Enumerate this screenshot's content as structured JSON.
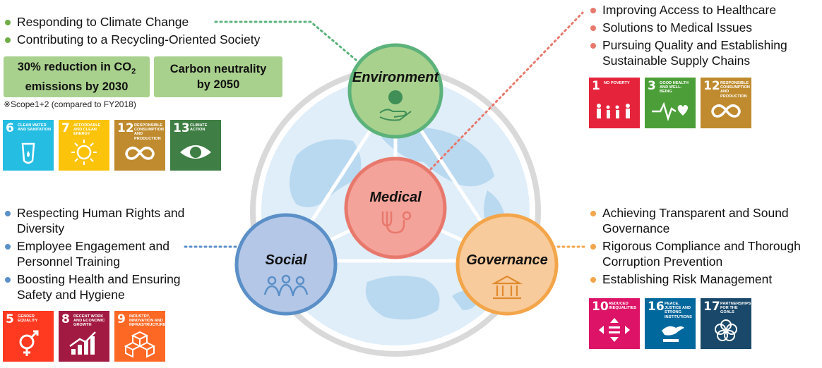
{
  "environment": {
    "title": "Environment",
    "bullets": [
      "Responding to Climate Change",
      "Contributing to a Recycling-Oriented Society"
    ],
    "targets": [
      {
        "line1": "30% reduction in CO",
        "sub": "2",
        "line2": "emissions by 2030"
      },
      {
        "line1": "Carbon neutrality",
        "line2": "by 2050"
      }
    ],
    "note": "※Scope1+2 (compared to FY2018)",
    "sdgs": [
      {
        "num": "6",
        "title": "Clean water and sanitation",
        "color": "#26bde2",
        "icon": "water-drop-icon"
      },
      {
        "num": "7",
        "title": "Affordable and clean energy",
        "color": "#fcc30b",
        "icon": "sun-power-icon"
      },
      {
        "num": "12",
        "title": "Responsible consumption and production",
        "color": "#bf8b2e",
        "icon": "infinity-loop-icon"
      },
      {
        "num": "13",
        "title": "Climate action",
        "color": "#3f7e44",
        "icon": "eye-globe-icon"
      }
    ]
  },
  "medical": {
    "title": "Medical",
    "bullets": [
      "Improving Access to Healthcare",
      "Solutions to Medical Issues",
      "Pursuing Quality and Establishing Sustainable Supply Chains"
    ],
    "sdgs": [
      {
        "num": "1",
        "title": "No poverty",
        "color": "#e5243b",
        "icon": "family-icon"
      },
      {
        "num": "3",
        "title": "Good health and well-being",
        "color": "#4c9f38",
        "icon": "heartbeat-icon"
      },
      {
        "num": "12",
        "title": "Responsible consumption and production",
        "color": "#bf8b2e",
        "icon": "infinity-loop-icon"
      }
    ]
  },
  "social": {
    "title": "Social",
    "bullets": [
      "Respecting Human Rights and Diversity",
      "Employee Engagement and Personnel Training",
      "Boosting Health and Ensuring Safety and Hygiene"
    ],
    "sdgs": [
      {
        "num": "5",
        "title": "Gender equality",
        "color": "#ff3a21",
        "icon": "gender-icon"
      },
      {
        "num": "8",
        "title": "Decent work and economic growth",
        "color": "#a21942",
        "icon": "growth-chart-icon"
      },
      {
        "num": "9",
        "title": "Industry, innovation and infrastructure",
        "color": "#fd6925",
        "icon": "cubes-icon"
      }
    ]
  },
  "governance": {
    "title": "Governance",
    "bullets": [
      "Achieving Transparent and Sound Governance",
      "Rigorous Compliance and Thorough Corruption Prevention",
      "Establishing Risk Management"
    ],
    "sdgs": [
      {
        "num": "10",
        "title": "Reduced inequalities",
        "color": "#dd1367",
        "icon": "equality-arrows-icon"
      },
      {
        "num": "16",
        "title": "Peace, justice and strong institutions",
        "color": "#00689d",
        "icon": "dove-gavel-icon"
      },
      {
        "num": "17",
        "title": "Partnerships for the goals",
        "color": "#19486a",
        "icon": "flower-rings-icon"
      }
    ]
  },
  "colors": {
    "environment": "#5bb27a",
    "medical": "#e8786c",
    "social": "#5b8fc7",
    "governance": "#f3a54a",
    "bullet_green": "#70ad47",
    "bullet_red": "#e8786c",
    "bullet_blue": "#5b8fc7",
    "bullet_orange": "#f3a54a",
    "target_box": "#a9d18e"
  }
}
